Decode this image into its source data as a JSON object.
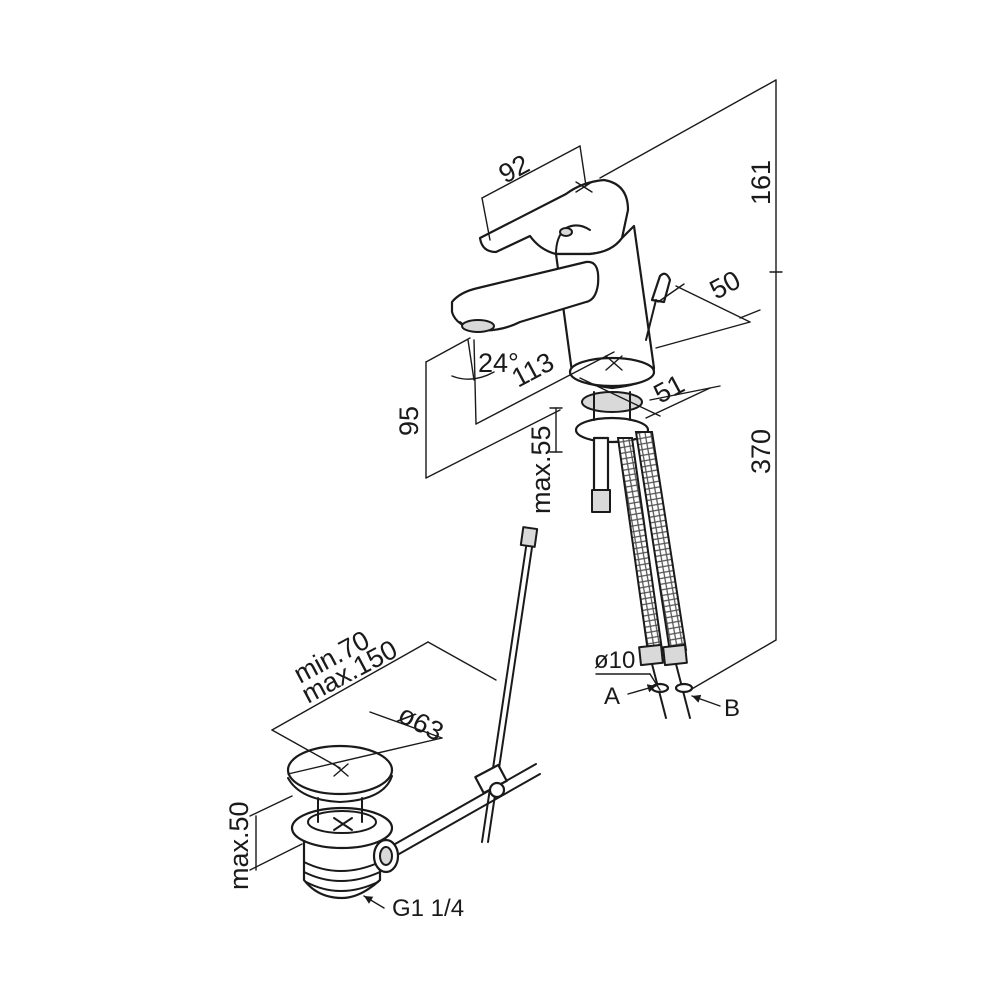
{
  "dimensions": {
    "handle_length": "92",
    "total_height": "161",
    "base_width": "50",
    "hose_length": "370",
    "spout_angle": "24°",
    "spout_reach": "113",
    "spout_height": "95",
    "base_depth": "51",
    "max_deck": "max.55",
    "hose_diameter": "ø10",
    "inlet_a": "A",
    "inlet_b": "B",
    "waste_range_min": "min.70",
    "waste_range_max": "max.150",
    "plug_diameter": "ø63",
    "waste_height": "max.50",
    "waste_thread": "G1 1/4"
  }
}
